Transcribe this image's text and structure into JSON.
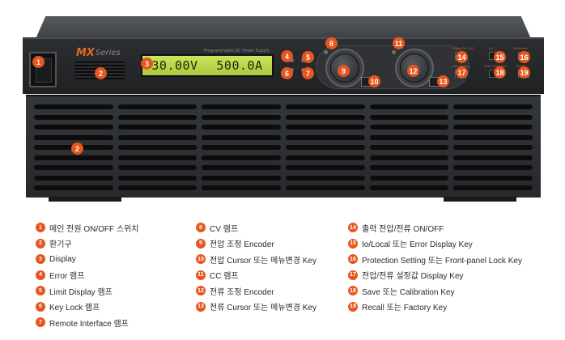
{
  "device": {
    "logo": "MX",
    "logo_sub": "Series",
    "panel_subtitle": "Programmable DC Power Supply",
    "display_voltage": "30.00V",
    "display_current": "500.0A",
    "keypad_labels": [
      "Output On / Off",
      "I/O",
      "Protection",
      "Limit display",
      "Save Calibration",
      "Recall"
    ]
  },
  "legend": {
    "col1": [
      {
        "num": "1",
        "label": "메인 전원 ON/OFF 스위치"
      },
      {
        "num": "2",
        "label": "환기구"
      },
      {
        "num": "3",
        "label": "Display"
      },
      {
        "num": "4",
        "label": "Error 램프"
      },
      {
        "num": "5",
        "label": "Limit Display 램프"
      },
      {
        "num": "6",
        "label": "Key Lock 램프"
      },
      {
        "num": "7",
        "label": "Remote Interface 램프"
      }
    ],
    "col2": [
      {
        "num": "8",
        "label": "CV 램프"
      },
      {
        "num": "9",
        "label": "전압 조정 Encoder"
      },
      {
        "num": "10",
        "label": "전압 Cursor 또는 메뉴변경 Key"
      },
      {
        "num": "11",
        "label": "CC 램프"
      },
      {
        "num": "12",
        "label": "전류 조정 Encoder"
      },
      {
        "num": "13",
        "label": "전류 Cursor 또는 메뉴변경 Key"
      }
    ],
    "col3": [
      {
        "num": "14",
        "label": "출력 전압/전류 ON/OFF"
      },
      {
        "num": "15",
        "label": "Io/Local 또는 Error Display Key"
      },
      {
        "num": "16",
        "label": "Protection Setting 또는 Front-panel Lock Key"
      },
      {
        "num": "17",
        "label": "전압/전류 설정값 Display Key"
      },
      {
        "num": "18",
        "label": "Save 또는 Calibration Key"
      },
      {
        "num": "19",
        "label": "Recall 또는 Factory Key"
      }
    ]
  },
  "colors": {
    "badge": "#e7561e",
    "lcd": "#b9d84a",
    "chassis": "#2e3033"
  }
}
